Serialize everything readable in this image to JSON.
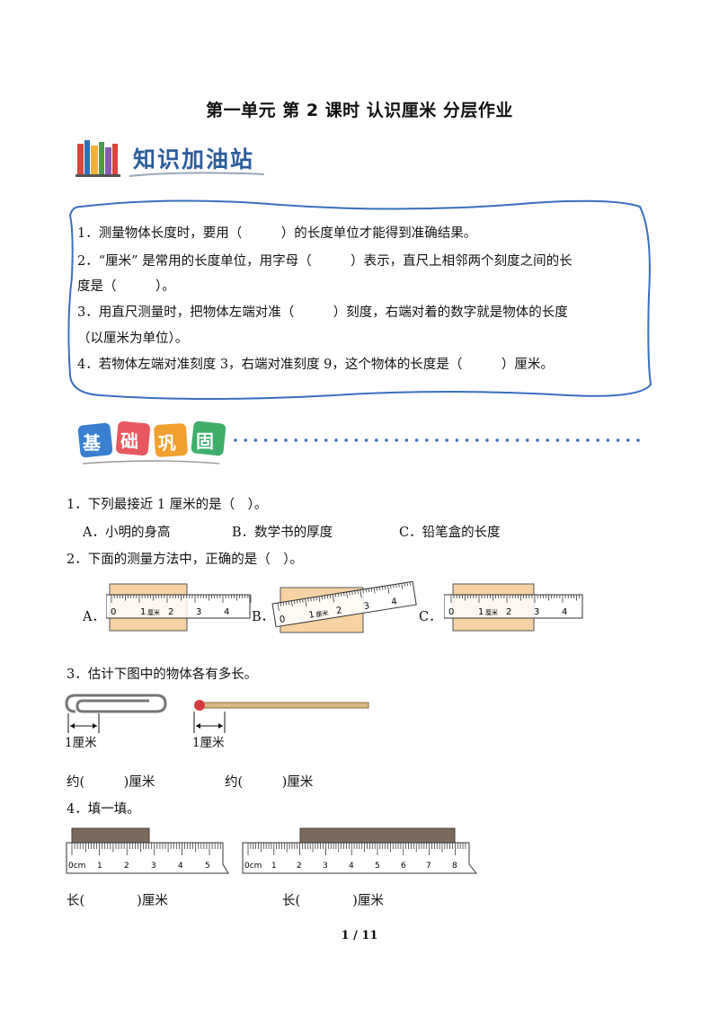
{
  "title": "第一单元  第 2 课时  认识厘米  分层作业",
  "section1": {
    "banner": "知识加油站",
    "lines": [
      "1．测量物体长度时，要用（　　　）的长度单位才能得到准确结果。",
      "2．“厘米” 是常用的长度单位，用字母（　　　）表示，直尺上相邻两个刻度之间的长",
      "度是（　　　）。",
      "3．用直尺测量时，把物体左端对准（　　　）刻度，右端对着的数字就是物体的长度",
      "（以厘米为单位）。",
      "4．若物体左端对准刻度  3，右端对准刻度  9，这个物体的长度是（　　　）厘米。"
    ]
  },
  "section2": {
    "banner_chars": [
      "基",
      "础",
      "巩",
      "固"
    ],
    "banner_colors": [
      "#3a7fd0",
      "#e8585e",
      "#f0a030",
      "#3fae6a"
    ]
  },
  "q1": {
    "stem": "1．下列最接近 1 厘米的是（　）。",
    "options": [
      "A．小明的身高",
      "B．数学书的厚度",
      "C．铅笔盒的长度"
    ]
  },
  "q2": {
    "stem": "2．下面的测量方法中，正确的是（　）。",
    "labels": [
      "A．",
      "B．",
      "C．"
    ],
    "ruler_numbers": [
      "0",
      "1",
      "2",
      "3",
      "4"
    ],
    "ruler_unit": "厘米"
  },
  "q3": {
    "stem": "3．估计下图中的物体各有多长。",
    "scale_label": "1厘米",
    "answers": [
      "约(　　　)厘米",
      "约(　　　)厘米"
    ]
  },
  "q4": {
    "stem": "4．填一填。",
    "ruler1_numbers": [
      "0cm",
      "1",
      "2",
      "3",
      "4",
      "5"
    ],
    "ruler2_numbers": [
      "0cm",
      "1",
      "2",
      "3",
      "4",
      "5",
      "6",
      "7",
      "8"
    ],
    "answers": [
      "长(　　　　)厘米",
      "长(　　　　)厘米"
    ]
  },
  "footer": "1 / 11"
}
